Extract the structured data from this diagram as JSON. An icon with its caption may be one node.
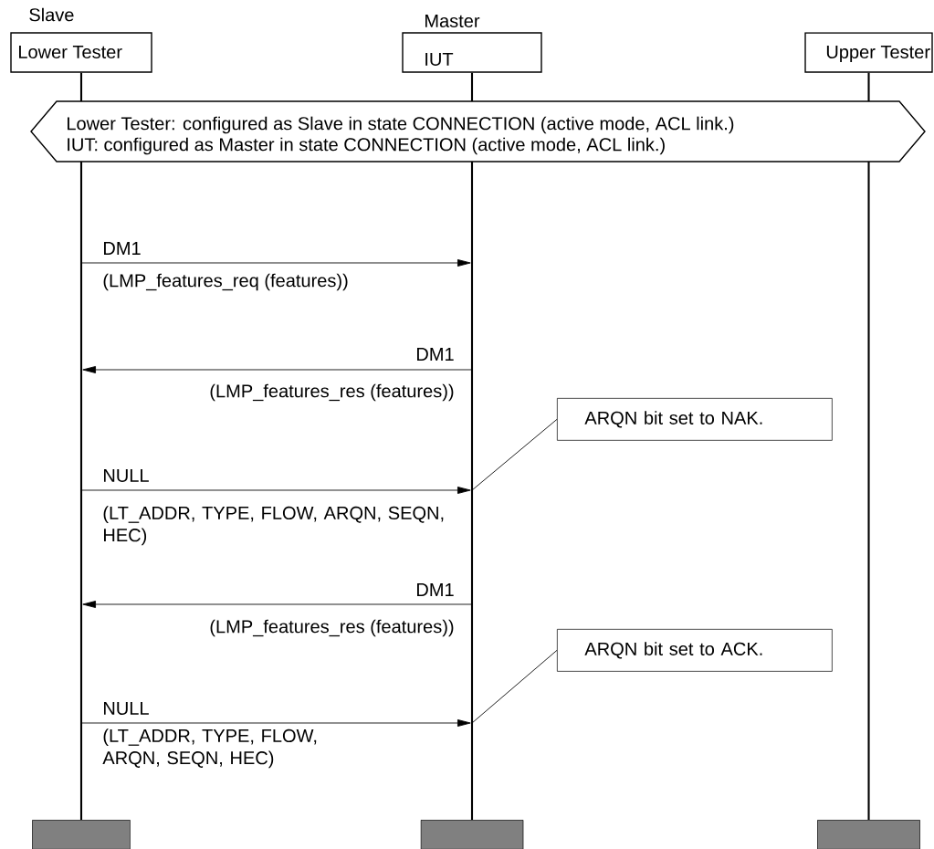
{
  "diagram": {
    "nodes": [
      {
        "text": [
          "Slave",
          "Lower Tester"
        ]
      },
      {
        "text": [
          "Master",
          "IUT"
        ]
      },
      {
        "text": [
          "Upper Tester"
        ]
      },
      {
        "text": [
          "Lower Tester: configured as Slave in state CONNECTION (active mode, ACL link.)",
          "IUT: configured as Master in state CONNECTION (active mode, ACL link.)"
        ]
      },
      {
        "text": [
          "ARQN bit set to NAK."
        ]
      },
      {
        "text": [
          "ARQN bit set to ACK."
        ]
      }
    ],
    "edges": [
      {
        "from": 0,
        "to": 1,
        "arrow": "to",
        "label": "DM1"
      },
      {
        "from": 1,
        "to": 0,
        "arrow": "to",
        "label": "DM1"
      },
      {
        "from": 0,
        "to": 1,
        "arrow": "to",
        "label": "NULL"
      },
      {
        "from": 1,
        "to": 0,
        "arrow": "to",
        "label": "DM1"
      },
      {
        "from": 0,
        "to": 1,
        "arrow": "to",
        "label": "NULL"
      },
      {
        "from": 4,
        "to": 1,
        "arrow": "none"
      },
      {
        "from": 5,
        "to": 1,
        "arrow": "none"
      }
    ],
    "labels": [
      "(LMP_features_req (features))",
      "(LMP_features_res (features))",
      "(LT_ADDR, TYPE, FLOW, ARQN, SEQN, HEC)",
      "(LMP_features_res (features))",
      "(LT_ADDR, TYPE, FLOW, ARQN, SEQN, HEC)"
    ]
  }
}
